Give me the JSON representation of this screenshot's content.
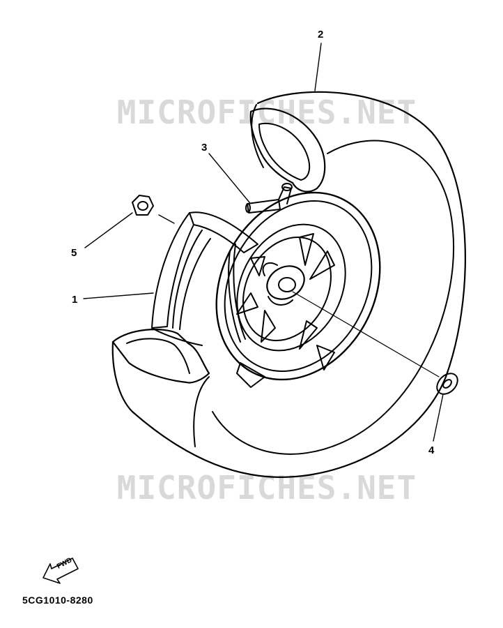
{
  "watermark": "MICROFICHES.NET",
  "callouts": {
    "c1": "1",
    "c2": "2",
    "c3": "3",
    "c4": "4",
    "c5": "5"
  },
  "fwd_label": "FWD",
  "diagram_code": "5CG1010-8280",
  "colors": {
    "line": "#000000",
    "watermark": "#d9d9d9",
    "background": "#ffffff"
  }
}
